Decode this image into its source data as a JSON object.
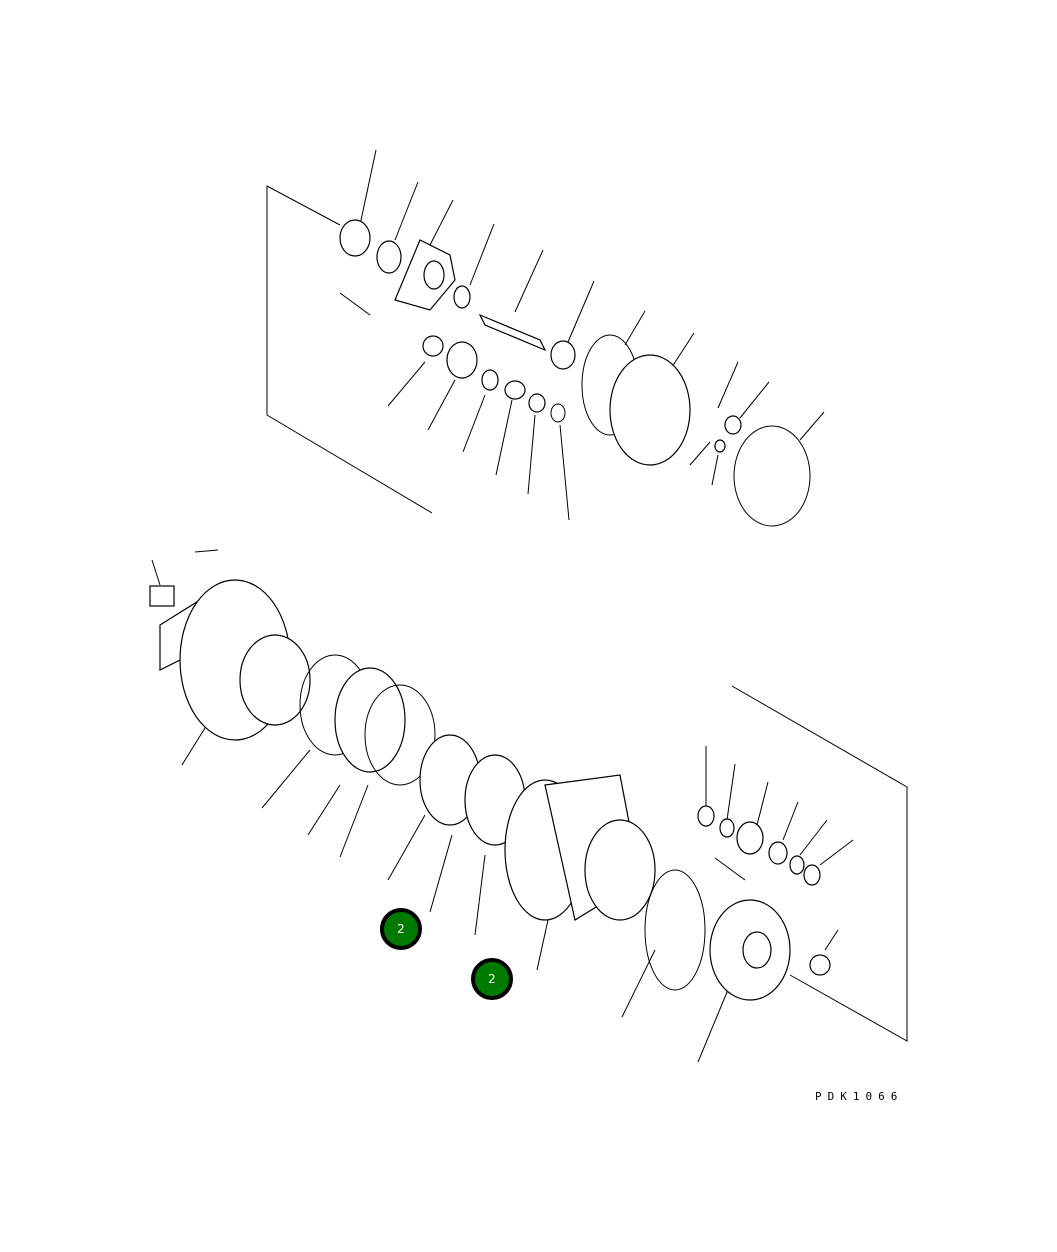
{
  "diagram": {
    "drawing_code": "PDK1066",
    "callouts": [
      {
        "label": "2",
        "color": "#007a00"
      },
      {
        "label": "2",
        "color": "#007a00"
      }
    ]
  }
}
